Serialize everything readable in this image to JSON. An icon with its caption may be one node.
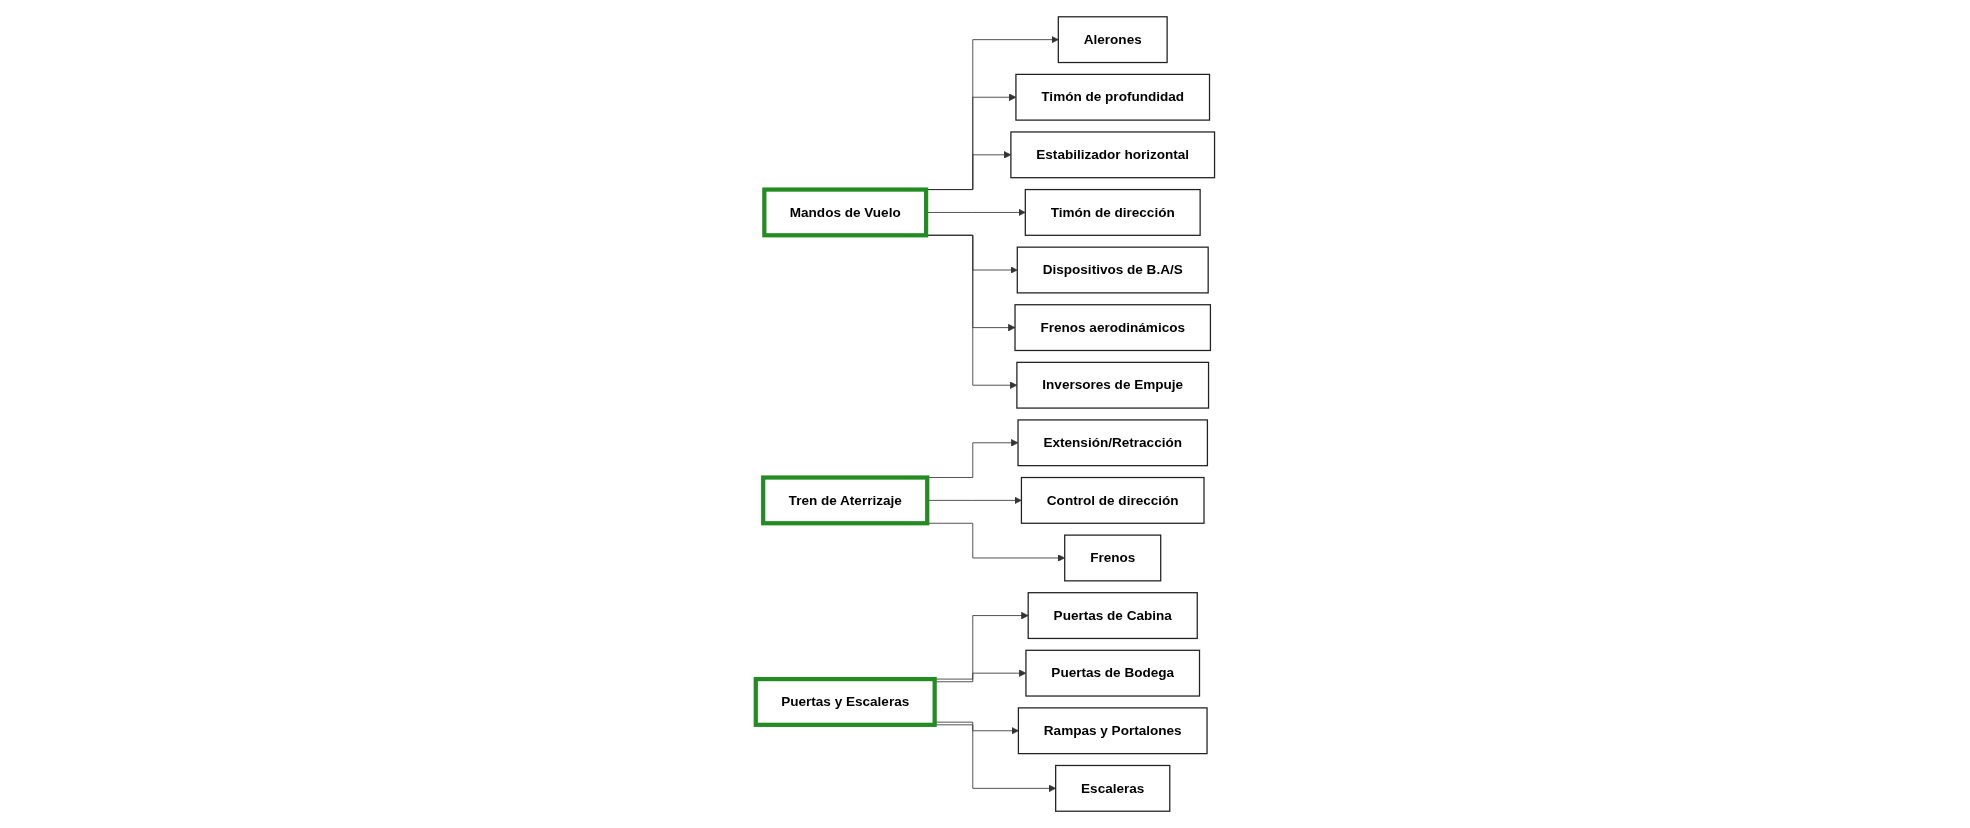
{
  "diagram": {
    "nodes": [
      {
        "text": [
          "Mandos de Vuelo"
        ]
      },
      {
        "text": [
          "Alerones"
        ]
      },
      {
        "text": [
          "Timón de profundidad"
        ]
      },
      {
        "text": [
          "Estabilizador horizontal"
        ]
      },
      {
        "text": [
          "Timón de dirección"
        ]
      },
      {
        "text": [
          "Dispositivos de B.A/S"
        ]
      },
      {
        "text": [
          "Frenos aerodinámicos"
        ]
      },
      {
        "text": [
          "Inversores de Empuje"
        ]
      },
      {
        "text": [
          "Tren de Aterrizaje"
        ]
      },
      {
        "text": [
          "Extensión/Retracción"
        ]
      },
      {
        "text": [
          "Control de dirección"
        ]
      },
      {
        "text": [
          "Frenos"
        ]
      },
      {
        "text": [
          "Puertas y Escaleras"
        ]
      },
      {
        "text": [
          "Puertas de Cabina"
        ]
      },
      {
        "text": [
          "Puertas de Bodega"
        ]
      },
      {
        "text": [
          "Rampas y Portalones"
        ]
      },
      {
        "text": [
          "Escaleras"
        ]
      }
    ],
    "edges": [
      {
        "from": 0,
        "to": 1,
        "arrow": "to"
      },
      {
        "from": 0,
        "to": 2,
        "arrow": "to"
      },
      {
        "from": 0,
        "to": 3,
        "arrow": "to"
      },
      {
        "from": 0,
        "to": 4,
        "arrow": "to"
      },
      {
        "from": 0,
        "to": 5,
        "arrow": "to"
      },
      {
        "from": 0,
        "to": 6,
        "arrow": "to"
      },
      {
        "from": 0,
        "to": 7,
        "arrow": "to"
      },
      {
        "from": 8,
        "to": 9,
        "arrow": "to"
      },
      {
        "from": 8,
        "to": 10,
        "arrow": "to"
      },
      {
        "from": 8,
        "to": 11,
        "arrow": "to"
      },
      {
        "from": 12,
        "to": 13,
        "arrow": "to"
      },
      {
        "from": 12,
        "to": 14,
        "arrow": "to"
      },
      {
        "from": 12,
        "to": 15,
        "arrow": "to"
      },
      {
        "from": 12,
        "to": 16,
        "arrow": "to"
      }
    ]
  }
}
